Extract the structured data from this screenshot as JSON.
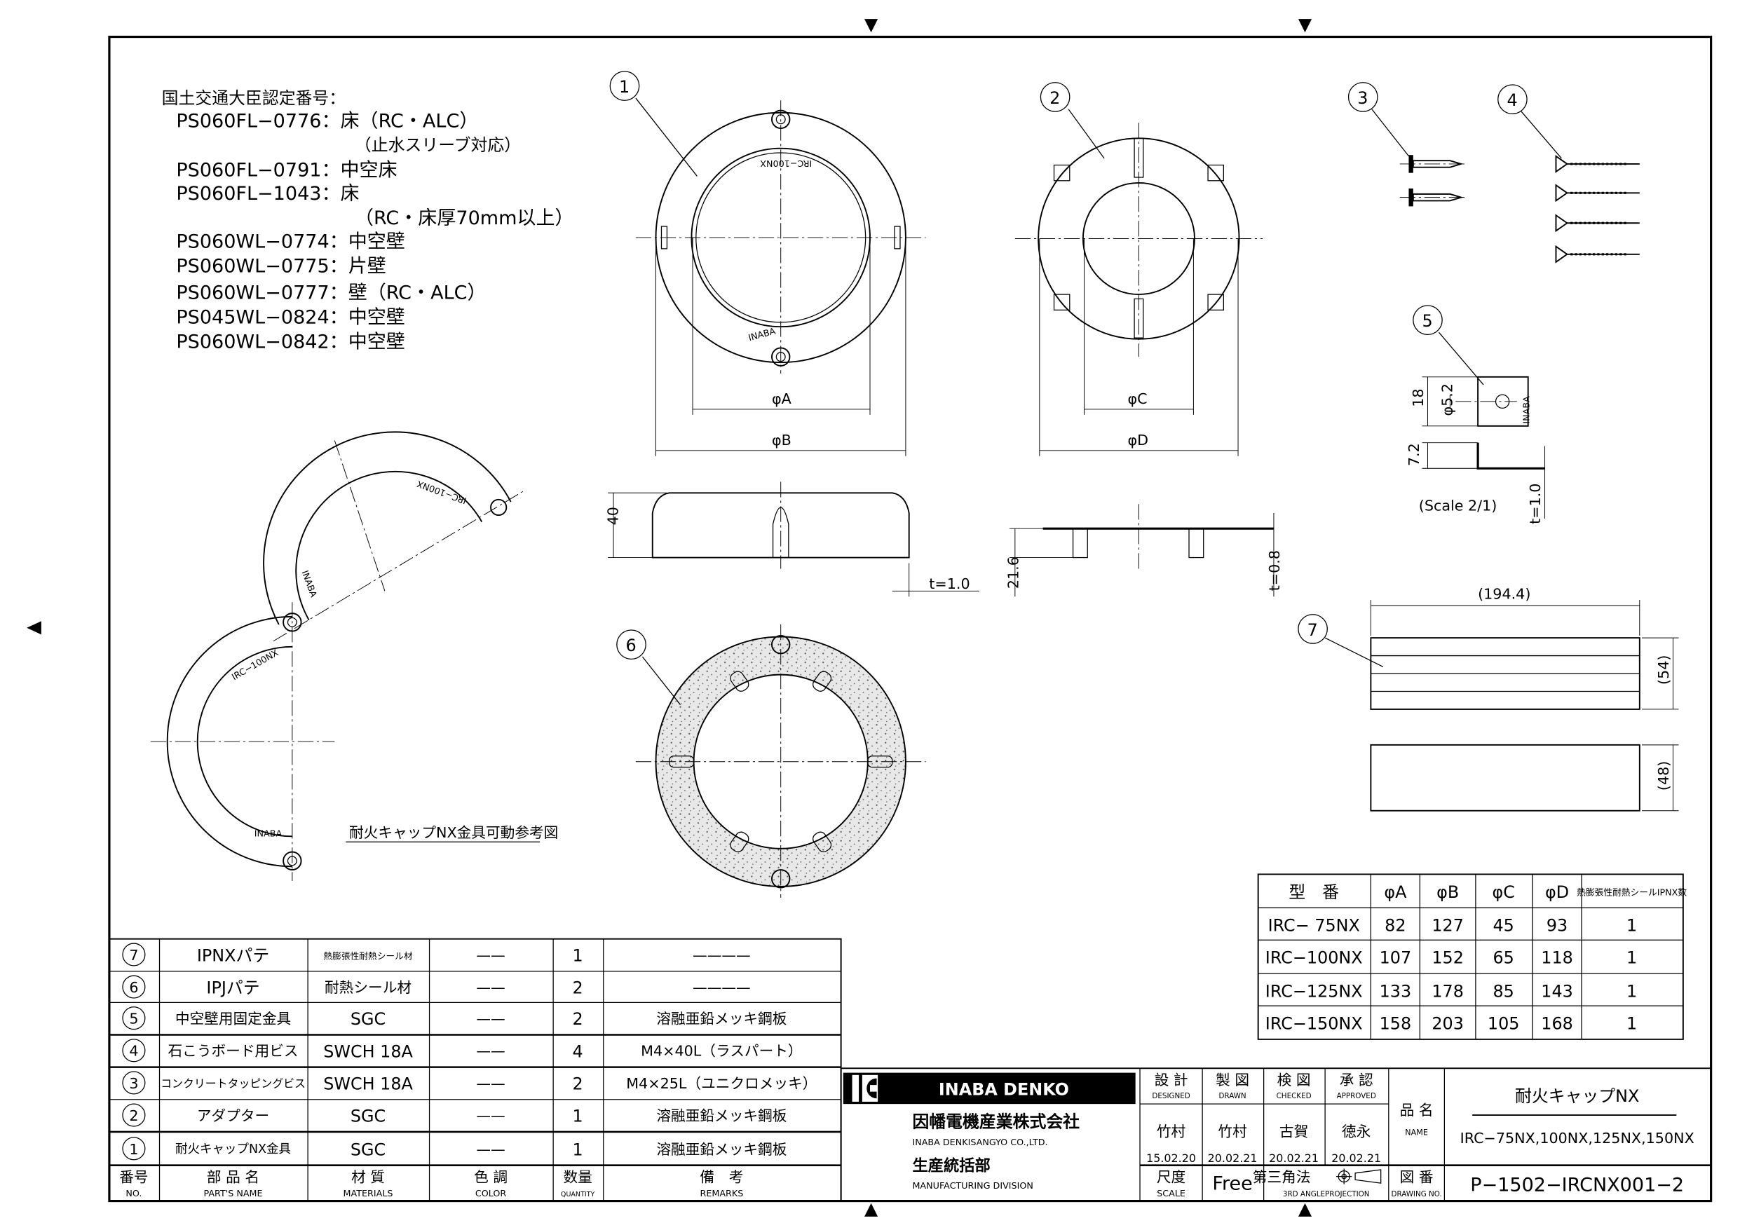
{
  "certification": {
    "heading": "国土交通大臣認定番号：",
    "lines": [
      "PS060FL−0776：床（RC・ALC）",
      "（止水スリーブ対応）",
      "PS060FL−0791：中空床",
      "PS060FL−1043：床",
      "（RC・床厚70mm以上）",
      "PS060WL−0774：中空壁",
      "PS060WL−0775：片壁",
      "PS060WL−0777：壁（RC・ALC）",
      "PS045WL−0824：中空壁",
      "PS060WL−0842：中空壁"
    ]
  },
  "callouts": [
    "1",
    "2",
    "3",
    "4",
    "5",
    "6",
    "7"
  ],
  "dimensions": {
    "phiA": "φA",
    "phiB": "φB",
    "phiC": "φC",
    "phiD": "φD",
    "height_40": "40",
    "t1": "t=1.0",
    "h21_6": "21.6",
    "t08": "t=0.8",
    "bracket_18": "18",
    "bracket_phi52": "φ5.2",
    "bracket_brand": "INABA",
    "bracket_72": "7.2",
    "bracket_t": "t=1.0",
    "bracket_scale": "(Scale 2/1)",
    "putty_length": "(194.4)",
    "putty_54": "(54)",
    "putty_48": "(48)"
  },
  "ring_markings": {
    "model": "IRC−100NX",
    "brand": "INABA"
  },
  "reference_caption": "耐火キャップNX金具可動参考図",
  "size_table": {
    "headers": [
      "型　番",
      "φA",
      "φB",
      "φC",
      "φD",
      "熱膨張性耐熱シールIPNX数"
    ],
    "rows": [
      [
        "IRC− 75NX",
        "82",
        "127",
        "45",
        "93",
        "1"
      ],
      [
        "IRC−100NX",
        "107",
        "152",
        "65",
        "118",
        "1"
      ],
      [
        "IRC−125NX",
        "133",
        "178",
        "85",
        "143",
        "1"
      ],
      [
        "IRC−150NX",
        "158",
        "203",
        "105",
        "168",
        "1"
      ]
    ]
  },
  "parts_table": {
    "rows": [
      {
        "no": "7",
        "name": "IPNXパテ",
        "material": "熱膨張性耐熱シール材",
        "color": "——",
        "qty": "1",
        "remarks": "————"
      },
      {
        "no": "6",
        "name": "IPJパテ",
        "material": "耐熱シール材",
        "color": "——",
        "qty": "2",
        "remarks": "————"
      },
      {
        "no": "5",
        "name": "中空壁用固定金具",
        "material": "SGC",
        "color": "——",
        "qty": "2",
        "remarks": "溶融亜鉛メッキ鋼板"
      },
      {
        "no": "4",
        "name": "石こうボード用ビス",
        "material": "SWCH 18A",
        "color": "——",
        "qty": "4",
        "remarks": "M4×40L（ラスパート）"
      },
      {
        "no": "3",
        "name": "コンクリートタッピングビス",
        "material": "SWCH 18A",
        "color": "——",
        "qty": "2",
        "remarks": "M4×25L（ユニクロメッキ）"
      },
      {
        "no": "2",
        "name": "アダプター",
        "material": "SGC",
        "color": "——",
        "qty": "1",
        "remarks": "溶融亜鉛メッキ鋼板"
      },
      {
        "no": "1",
        "name": "耐火キャップNX金具",
        "material": "SGC",
        "color": "——",
        "qty": "1",
        "remarks": "溶融亜鉛メッキ鋼板"
      }
    ],
    "header": {
      "no_jp": "番号",
      "no_en": "NO.",
      "name_jp": "部 品 名",
      "name_en": "PART'S NAME",
      "material_jp": "材 質",
      "material_en": "MATERIALS",
      "color_jp": "色 調",
      "color_en": "COLOR",
      "qty_jp": "数量",
      "qty_en": "QUANTITY",
      "remarks_jp": "備　考",
      "remarks_en": "REMARKS"
    }
  },
  "title_block": {
    "logo_text": "INABA DENKO",
    "company_jp": "因幡電機産業株式会社",
    "company_en": "INABA DENKISANGYO CO.,LTD.",
    "division_jp": "生産統括部",
    "division_en": "MANUFACTURING DIVISION",
    "designed_jp": "設 計",
    "designed_en": "DESIGNED",
    "designed_by": "竹村",
    "designed_date": "15.02.20",
    "drawn_jp": "製 図",
    "drawn_en": "DRAWN",
    "drawn_by": "竹村",
    "drawn_date": "20.02.21",
    "checked_jp": "検 図",
    "checked_en": "CHECKED",
    "checked_by": "古賀",
    "checked_date": "20.02.21",
    "approved_jp": "承 認",
    "approved_en": "APPROVED",
    "approved_by": "徳永",
    "approved_date": "20.02.21",
    "name_label_jp": "品 名",
    "name_label_en": "NAME",
    "product_name": "耐火キャップNX",
    "product_models": "IRC−75NX,100NX,125NX,150NX",
    "scale_jp": "尺度",
    "scale_en": "SCALE",
    "scale_value": "Free",
    "projection_jp": "第三角法",
    "projection_en": "3RD ANGLEPROJECTION",
    "drawing_no_jp": "図 番",
    "drawing_no_en": "DRAWING NO.",
    "drawing_no": "P−1502−IRCNX001−2"
  }
}
